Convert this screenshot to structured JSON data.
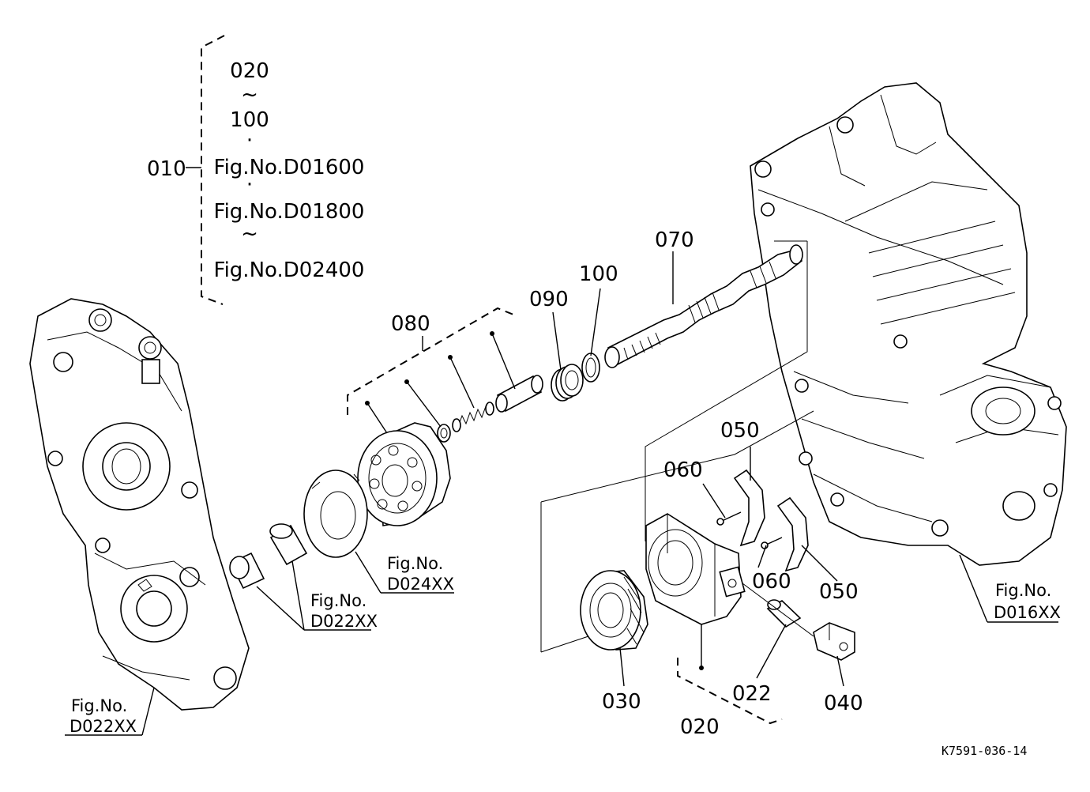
{
  "drawing_code": "K7591-036-14",
  "assembly_bracket": {
    "number": "010",
    "lines": [
      {
        "kind": "text",
        "text": "020"
      },
      {
        "kind": "text",
        "text": "~"
      },
      {
        "kind": "text",
        "text": "100"
      },
      {
        "kind": "text",
        "text": "·"
      },
      {
        "kind": "text",
        "text": "Fig.No.D01600"
      },
      {
        "kind": "text",
        "text": "·"
      },
      {
        "kind": "text",
        "text": "Fig.No.D01800"
      },
      {
        "kind": "text",
        "text": "~"
      },
      {
        "kind": "text",
        "text": "Fig.No.D02400"
      }
    ]
  },
  "part_labels": {
    "p020": "020",
    "p022": "022",
    "p030": "030",
    "p040": "040",
    "p050a": "050",
    "p050b": "050",
    "p060a": "060",
    "p060b": "060",
    "p070": "070",
    "p080": "080",
    "p090": "090",
    "p100": "100"
  },
  "figure_refs": {
    "d024": {
      "line1": "Fig.No.",
      "line2": "D024XX"
    },
    "d022_mid": {
      "line1": "Fig.No.",
      "line2": "D022XX"
    },
    "d022_left": {
      "line1": "Fig.No.",
      "line2": "D022XX"
    },
    "d016": {
      "line1": "Fig.No.",
      "line2": "D016XX"
    }
  },
  "icons": {
    "left_housing": "gear-case-housing-icon",
    "right_housing": "transmission-case-icon",
    "shaft": "splined-shaft-icon",
    "cylinder": "cylinder-block-icon",
    "bearing": "bearing-icon"
  }
}
